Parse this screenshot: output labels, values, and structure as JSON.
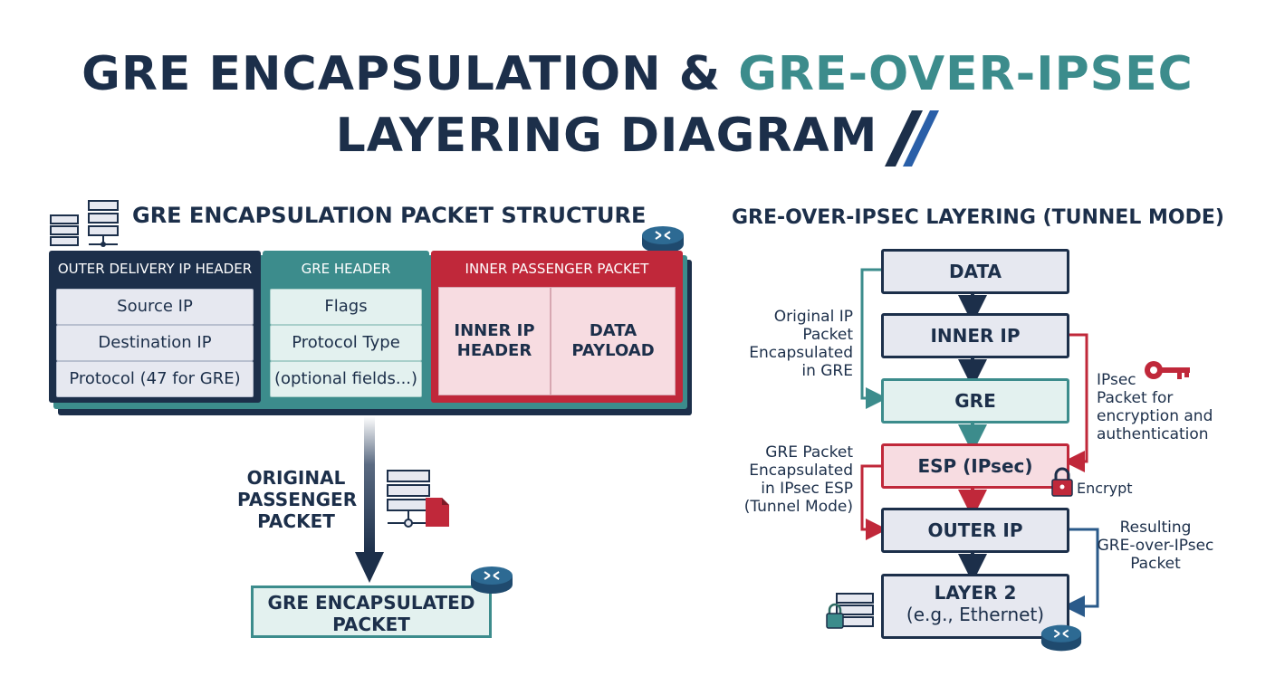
{
  "title": {
    "part1": "GRE ENCAPSULATION & ",
    "part2": "GRE-OVER-IPSEC",
    "line2": "LAYERING DIAGRAM"
  },
  "left": {
    "section_title": "GRE ENCAPSULATION PACKET STRUCTURE",
    "outer": {
      "header": "OUTER DELIVERY IP HEADER",
      "fields": [
        "Source IP",
        "Destination IP",
        "Protocol (47 for GRE)"
      ]
    },
    "gre": {
      "header": "GRE HEADER",
      "fields": [
        "Flags",
        "Protocol Type",
        "(optional fields...)"
      ]
    },
    "inner": {
      "header": "INNER PASSENGER PACKET",
      "cell1": [
        "INNER IP",
        "HEADER"
      ],
      "cell2": [
        "DATA",
        "PAYLOAD"
      ]
    },
    "arrow_label": [
      "ORIGINAL",
      "PASSENGER",
      "PACKET"
    ],
    "result": [
      "GRE ENCAPSULATED",
      "PACKET"
    ]
  },
  "right": {
    "section_title": "GRE-OVER-IPSEC LAYERING (TUNNEL MODE)",
    "layers": [
      "DATA",
      "INNER IP",
      "GRE",
      "ESP (IPsec)",
      "OUTER IP"
    ],
    "layer2": [
      "LAYER 2",
      "(e.g., Ethernet)"
    ],
    "note_original": [
      "Original IP",
      "Packet",
      "Encapsulated",
      "in GRE"
    ],
    "note_gre_packet": [
      "GRE Packet",
      "Encapsulated",
      "in IPsec ESP",
      "(Tunnel Mode)"
    ],
    "note_ipsec": [
      "IPsec",
      "Packet for",
      "encryption and",
      "authentication"
    ],
    "note_encrypt": "Encrypt",
    "note_resulting": [
      "Resulting",
      "GRE-over-IPsec",
      "Packet"
    ]
  },
  "colors": {
    "navy": "#1c2f4a",
    "teal": "#3c8c8c",
    "red": "#c0283a",
    "light_teal": "#e3f1ef",
    "light_red": "#f7dce1",
    "light_gray": "#e6e8f0"
  }
}
